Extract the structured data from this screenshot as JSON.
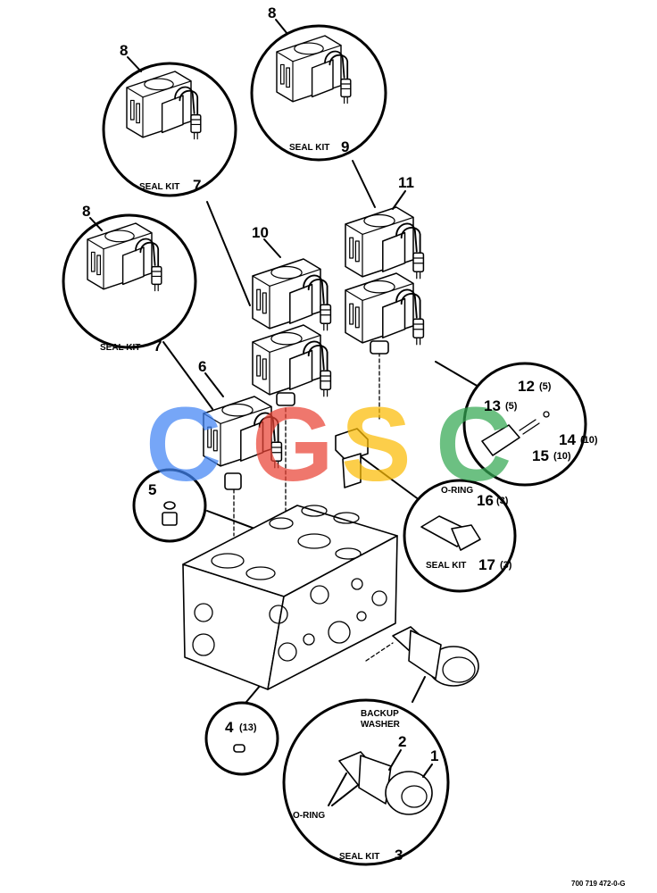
{
  "callouts": {
    "item1": "1",
    "item2": "2",
    "item4": "4",
    "item4_qty": "(13)",
    "item5": "5",
    "item6": "6",
    "item8_a": "8",
    "item8_b": "8",
    "item8_c": "8",
    "item10": "10",
    "item11": "11",
    "item12": "12",
    "item12_qty": "(5)",
    "item13": "13",
    "item13_qty": "(5)",
    "item14": "14",
    "item14_qty": "(10)",
    "item15": "15",
    "item15_qty": "(10)",
    "item16": "16",
    "item16_qty": "(3)",
    "item17_qty": "(3)"
  },
  "seal_kits": {
    "label": "SEAL KIT",
    "kit_top_left": "7",
    "kit_top_right": "9",
    "kit_mid_left": "7",
    "kit_bottom": "3",
    "kit_right": "17"
  },
  "part_labels": {
    "o_ring_right": "O-RING",
    "o_ring_bottom": "O-RING",
    "backup": "BACKUP",
    "washer": "WASHER"
  },
  "watermark": {
    "letters": [
      "C",
      "G",
      "S",
      "C"
    ],
    "colors": [
      "#4285f4",
      "#ea4335",
      "#fbbc05",
      "#34a853"
    ]
  },
  "figure_code": "700 719 472-0-G",
  "colors": {
    "line": "#000000",
    "background": "#ffffff"
  }
}
